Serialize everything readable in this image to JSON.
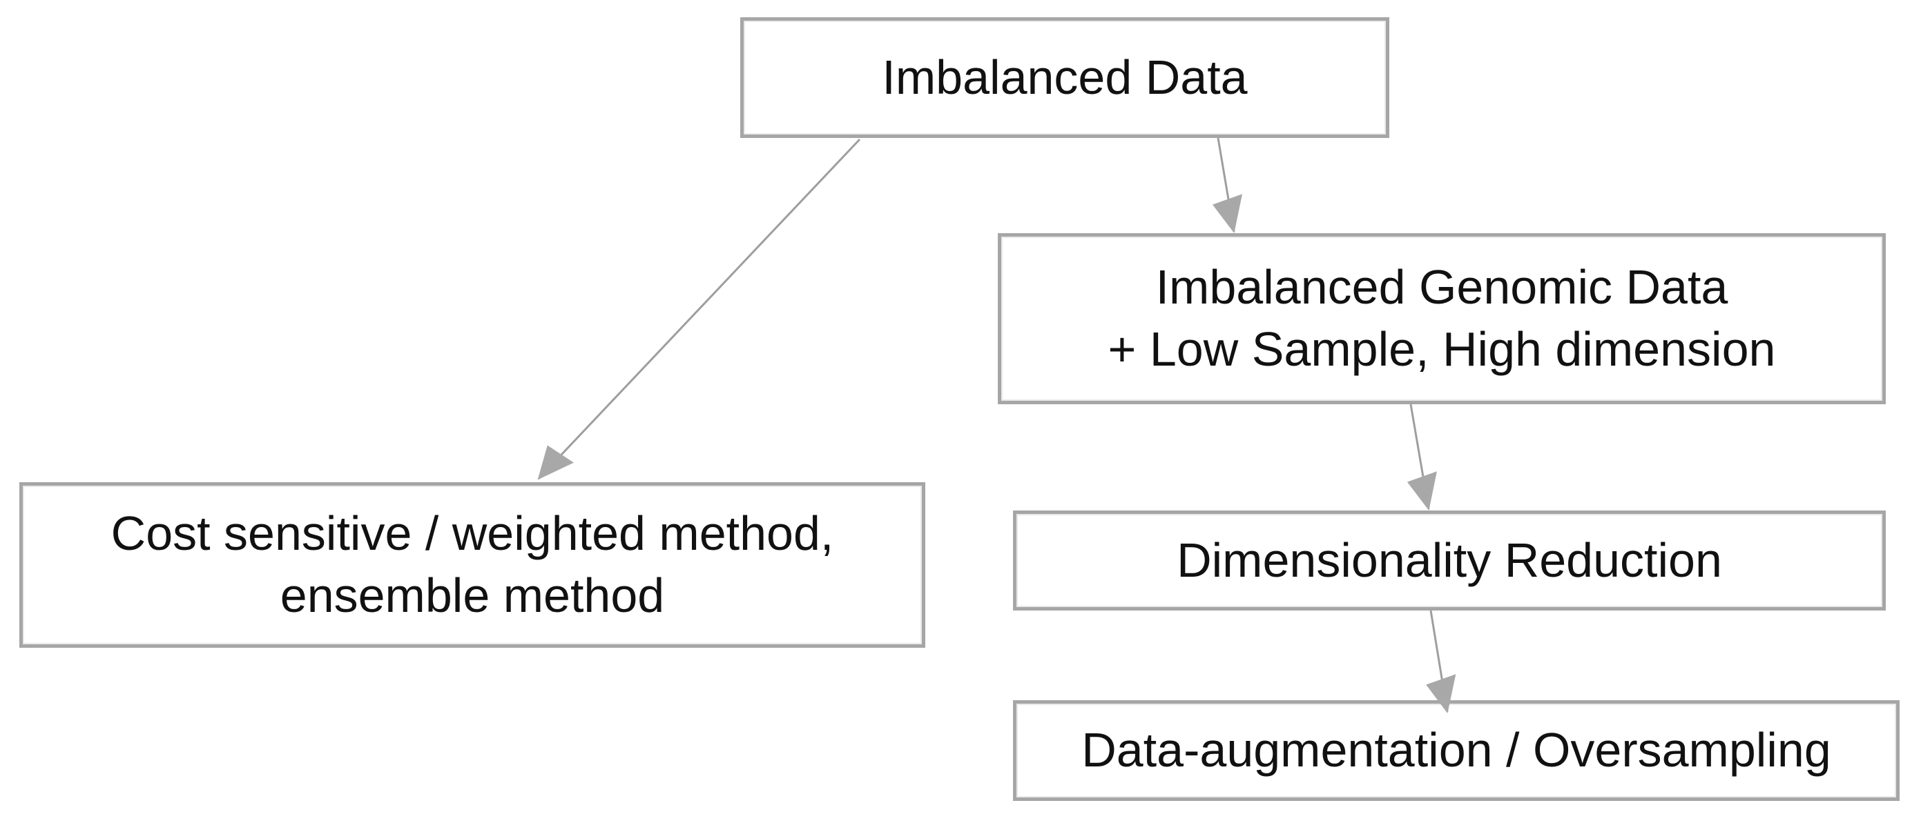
{
  "diagram": {
    "type": "flowchart",
    "background_color": "#ffffff",
    "node_border_color": "#a6a6a6",
    "node_fill_color": "#ffffff",
    "arrow_color": "#9e9e9e",
    "text_color": "#111111",
    "nodes": {
      "imbalanced_data": {
        "label": "Imbalanced Data"
      },
      "imbalanced_genomic": {
        "line1": "Imbalanced Genomic Data",
        "line2": "+ Low Sample, High dimension"
      },
      "cost_sensitive": {
        "line1": "Cost sensitive / weighted method,",
        "line2": "ensemble method"
      },
      "dimensionality_reduction": {
        "label": "Dimensionality Reduction"
      },
      "data_augmentation": {
        "label": "Data-augmentation / Oversampling"
      }
    },
    "edges": [
      {
        "from": "imbalanced_data",
        "to": "cost_sensitive"
      },
      {
        "from": "imbalanced_data",
        "to": "imbalanced_genomic"
      },
      {
        "from": "imbalanced_genomic",
        "to": "dimensionality_reduction"
      },
      {
        "from": "dimensionality_reduction",
        "to": "data_augmentation"
      }
    ]
  }
}
